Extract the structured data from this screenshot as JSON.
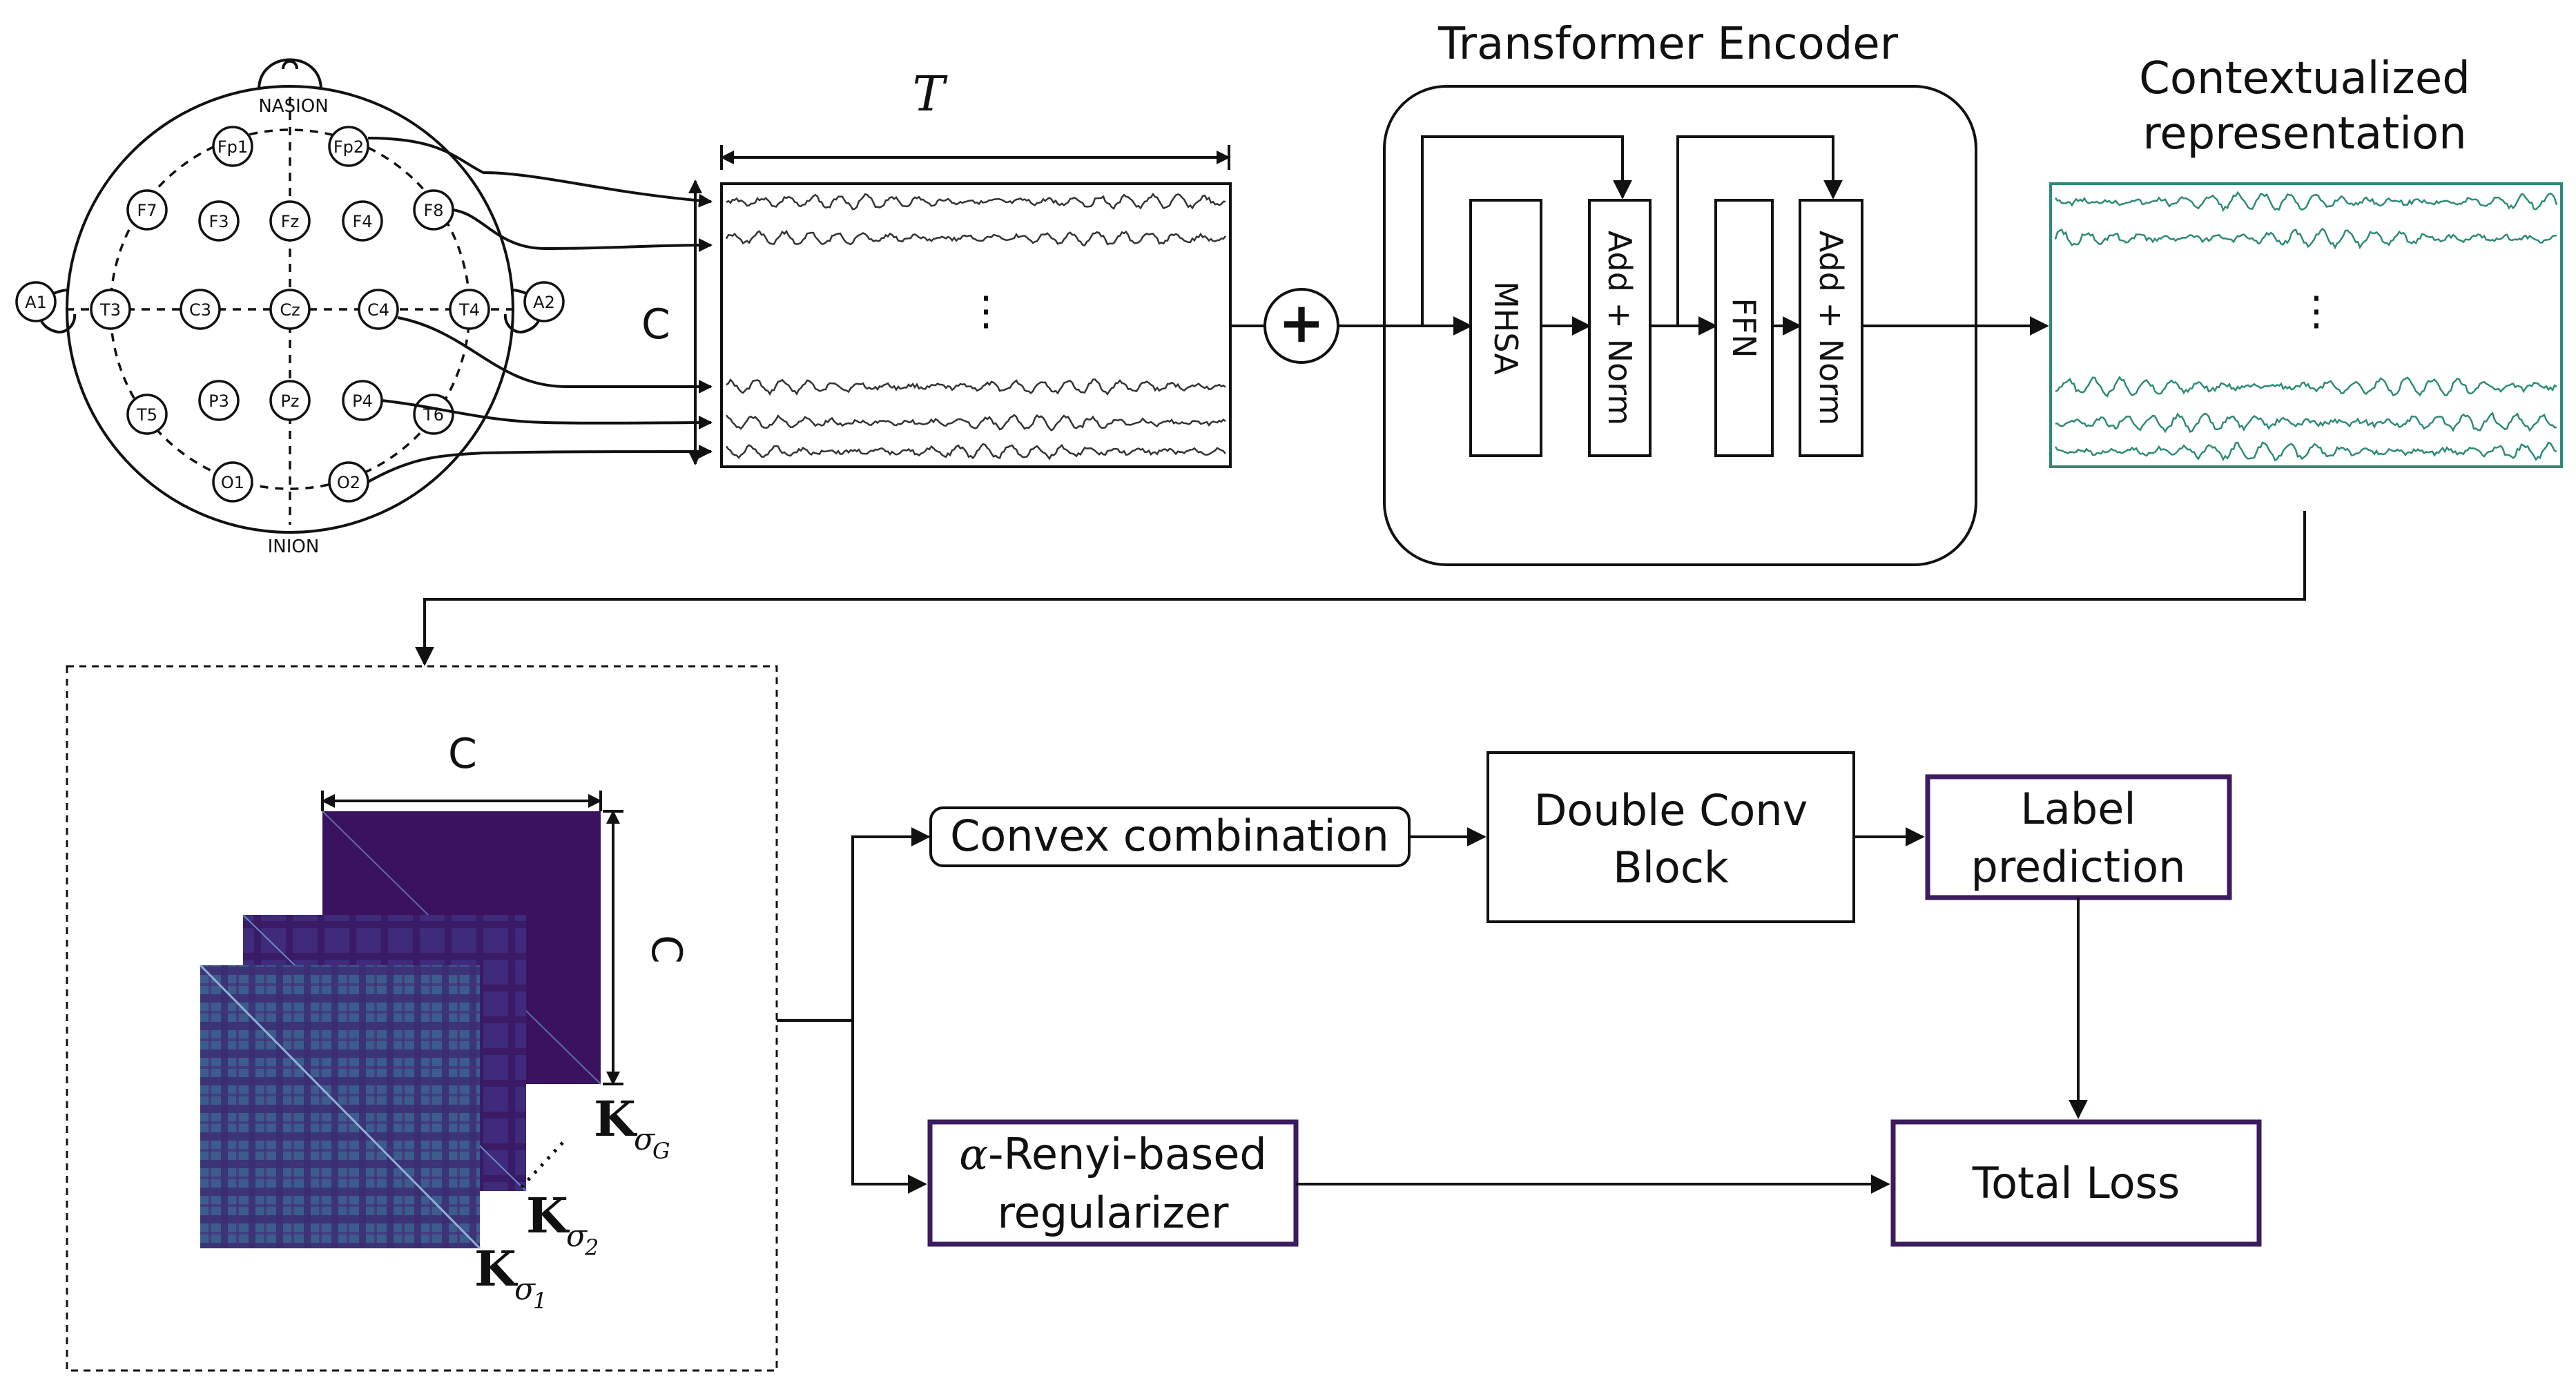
{
  "head": {
    "nasion": "NASION",
    "inion": "INION",
    "electrodes": [
      "Fp1",
      "Fp2",
      "F7",
      "F3",
      "Fz",
      "F4",
      "F8",
      "A1",
      "T3",
      "C3",
      "Cz",
      "C4",
      "T4",
      "A2",
      "T5",
      "P3",
      "Pz",
      "P4",
      "T6",
      "O1",
      "O2"
    ]
  },
  "signal": {
    "time_label": "T",
    "channel_label": "C",
    "ellipsis": "⋮"
  },
  "plus": "+",
  "encoder": {
    "title": "Transformer Encoder",
    "mhsa": "MHSA",
    "add_norm_1": "Add + Norm",
    "ffn": "FFN",
    "add_norm_2": "Add + Norm"
  },
  "contextual": {
    "title_line1": "Contextualized",
    "title_line2": "representation",
    "ellipsis": "⋮"
  },
  "kernels": {
    "top_label": "C",
    "side_label": "C",
    "k_symbol": "K",
    "sigma": "σ",
    "sub_g": "G",
    "sub_2": "2",
    "sub_1": "1"
  },
  "flow": {
    "convex": "Convex combination",
    "double_conv_1": "Double Conv",
    "double_conv_2": "Block",
    "label_pred_1": "Label",
    "label_pred_2": "prediction",
    "renyi_alpha": "α",
    "renyi_1": "-Renyi-based",
    "renyi_2": "regularizer",
    "total_loss": "Total Loss"
  },
  "colors": {
    "eeg": "#333333",
    "contextual": "#2e8b78",
    "purple_border": "#3c1b5e",
    "matrix_dark": "#3b1260",
    "matrix_mid": "#3f2a7c",
    "matrix_light": "#3d5c8e"
  }
}
